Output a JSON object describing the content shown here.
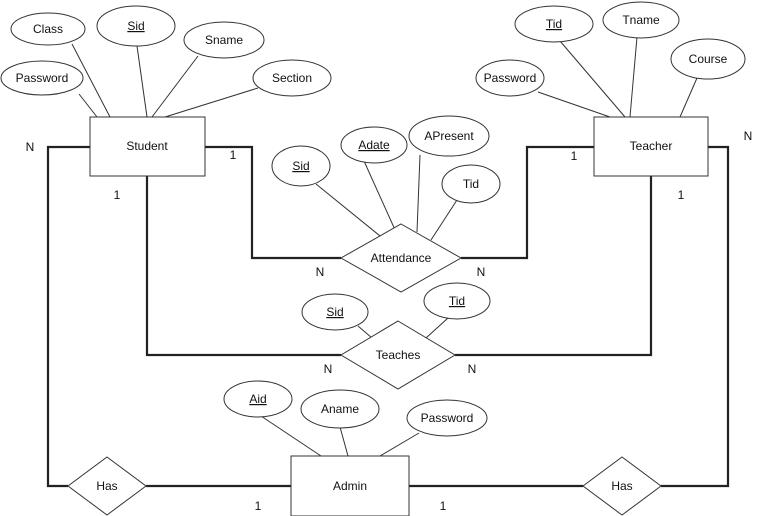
{
  "entities": {
    "student": "Student",
    "teacher": "Teacher",
    "admin": "Admin"
  },
  "relationships": {
    "attendance": "Attendance",
    "teaches": "Teaches",
    "has_left": "Has",
    "has_right": "Has"
  },
  "attributes": {
    "student": {
      "class": "Class",
      "sid": "Sid",
      "sname": "Sname",
      "password": "Password",
      "section": "Section"
    },
    "teacher": {
      "tid": "Tid",
      "tname": "Tname",
      "password": "Password",
      "course": "Course"
    },
    "attendance": {
      "sid": "Sid",
      "adate": "Adate",
      "apresent": "APresent",
      "tid": "Tid"
    },
    "teaches": {
      "sid": "Sid",
      "tid": "Tid"
    },
    "admin": {
      "aid": "Aid",
      "aname": "Aname",
      "password": "Password"
    }
  },
  "cardinalities": {
    "student_has": "N",
    "student_attendance": "1",
    "student_teaches": "1",
    "teacher_attendance": "1",
    "teacher_has": "N",
    "teacher_teaches": "1",
    "attendance_student_side": "N",
    "attendance_teacher_side": "N",
    "teaches_student_side": "N",
    "teaches_teacher_side": "N",
    "admin_left": "1",
    "admin_right": "1"
  }
}
